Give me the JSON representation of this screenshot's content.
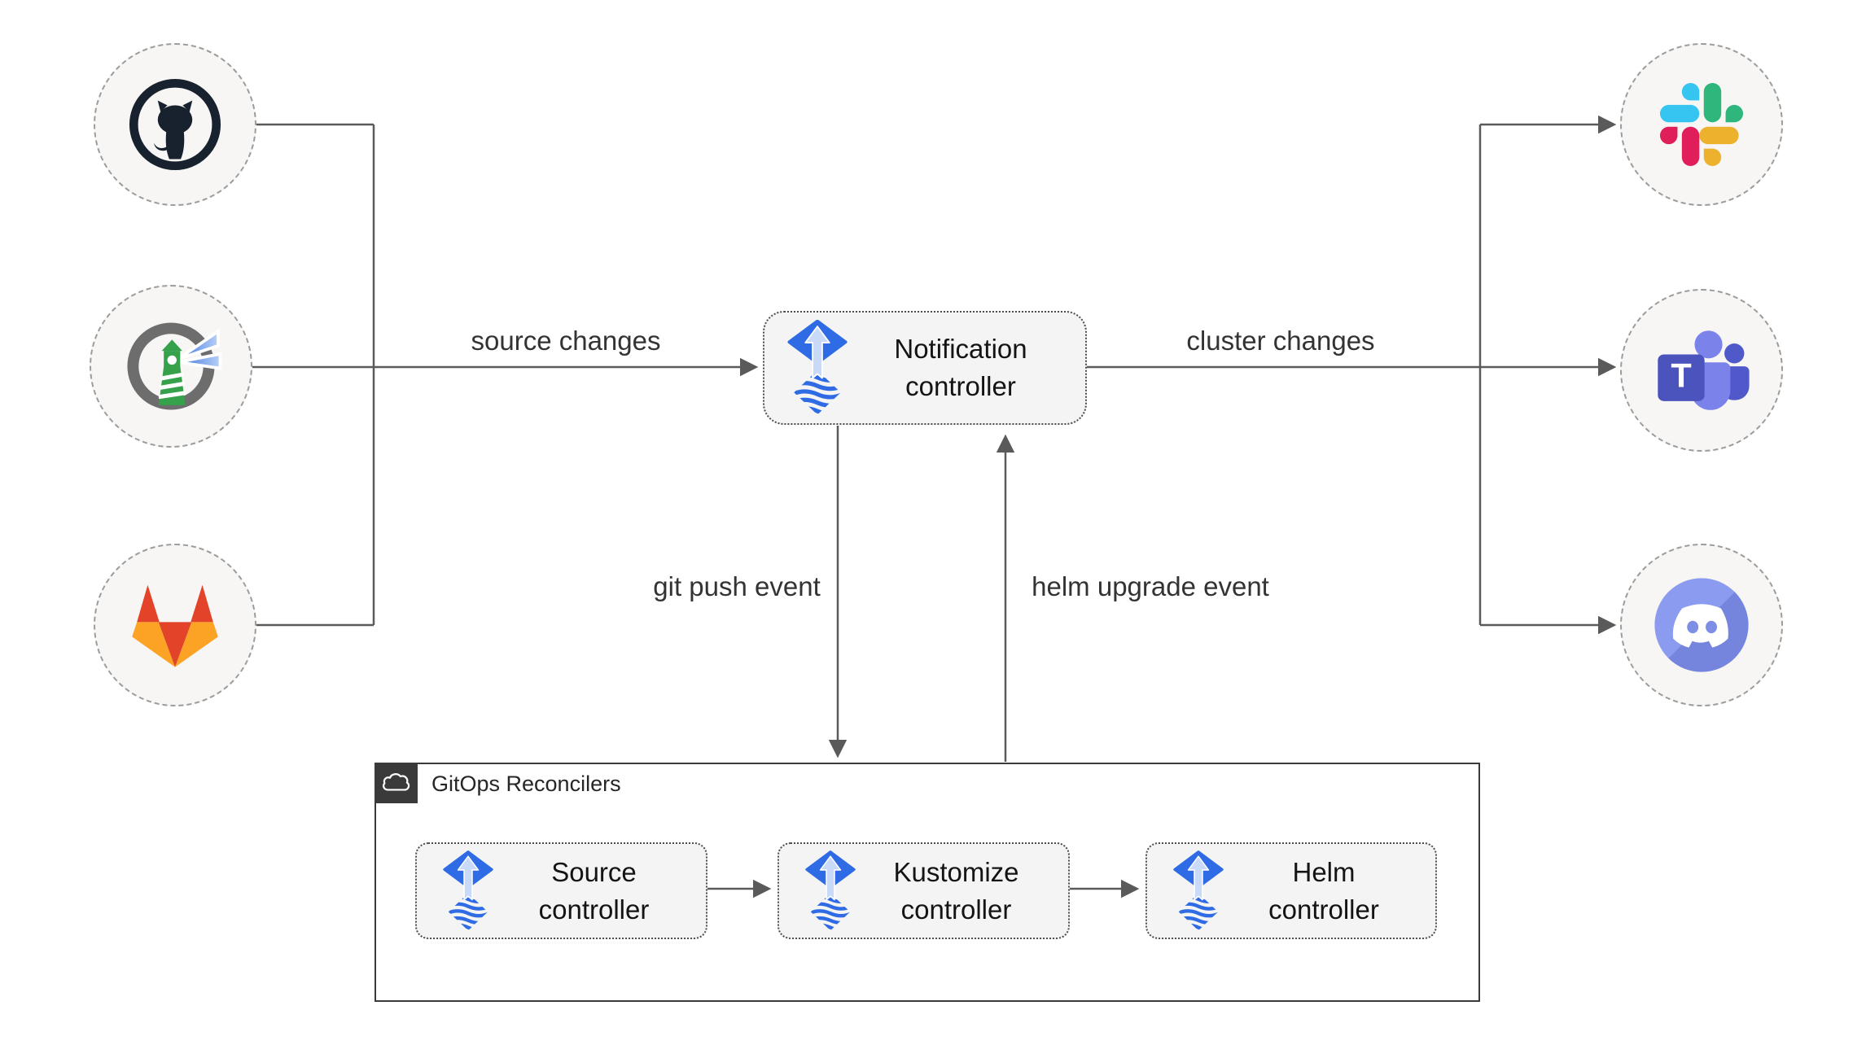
{
  "edges": {
    "source_changes": "source changes",
    "cluster_changes": "cluster changes",
    "git_push": "git push event",
    "helm_upgrade": "helm upgrade event"
  },
  "notification": {
    "line1": "Notification",
    "line2": "controller"
  },
  "reconcilers": {
    "title": "GitOps Reconcilers",
    "items": [
      {
        "line1": "Source",
        "line2": "controller"
      },
      {
        "line1": "Kustomize",
        "line2": "controller"
      },
      {
        "line1": "Helm",
        "line2": "controller"
      }
    ]
  },
  "icons": {
    "left": [
      "github-icon",
      "harbor-icon",
      "gitlab-icon"
    ],
    "right": [
      "slack-icon",
      "teams-icon",
      "discord-icon"
    ],
    "center": "flux-icon",
    "container_corner": "cloud-icon",
    "teams_letter": "T"
  },
  "colors": {
    "flux_blue": "#2e6be4",
    "flux_arrow_light": "#c9d9f8",
    "line_gray": "#5a5a5a",
    "node_fill": "#f7f6f4",
    "node_border": "#9c9c9c",
    "box_fill": "#f4f4f4",
    "box_border": "#4d4d4d",
    "container_border": "#3a3a3a",
    "slack_blue": "#36C5F0",
    "slack_green": "#2EB67D",
    "slack_red": "#E01E5A",
    "slack_yellow": "#ECB22E",
    "gitlab_red": "#e24329",
    "gitlab_orange": "#fca326",
    "teams_indigo": "#4b53bc",
    "teams_light": "#7b83eb",
    "teams_mid": "#5059c9",
    "discord_blurple": "#7d8ee4",
    "harbor_green": "#35a14b",
    "harbor_gray": "#6d6d6d",
    "harbor_beam_blue": "#3b74e0",
    "github_ink": "#18222f"
  }
}
